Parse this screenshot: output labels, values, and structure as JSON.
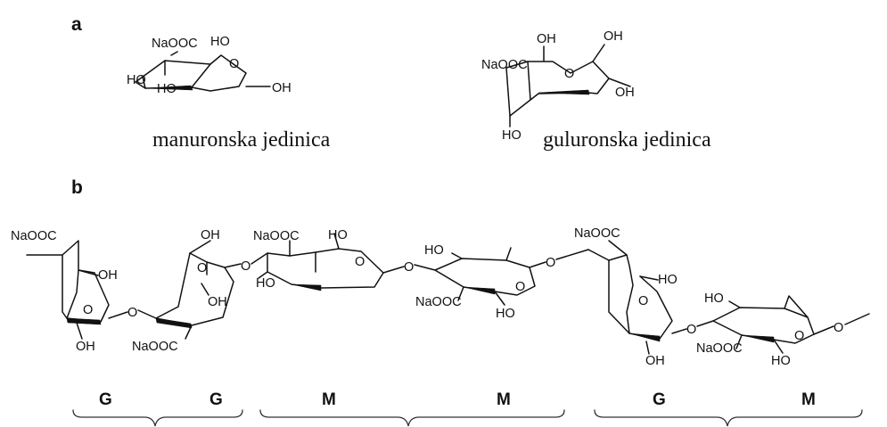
{
  "panels": {
    "a_label": "a",
    "b_label": "b"
  },
  "captions": {
    "mannuronic": "manuronska jedinica",
    "guluronic": "guluronska jedinica"
  },
  "groups": {
    "naooc": "NaOOC",
    "ho": "HO",
    "oh": "OH",
    "o": "O"
  },
  "blocks": [
    "G",
    "G",
    "M",
    "M",
    "G",
    "M"
  ],
  "braces": 3
}
